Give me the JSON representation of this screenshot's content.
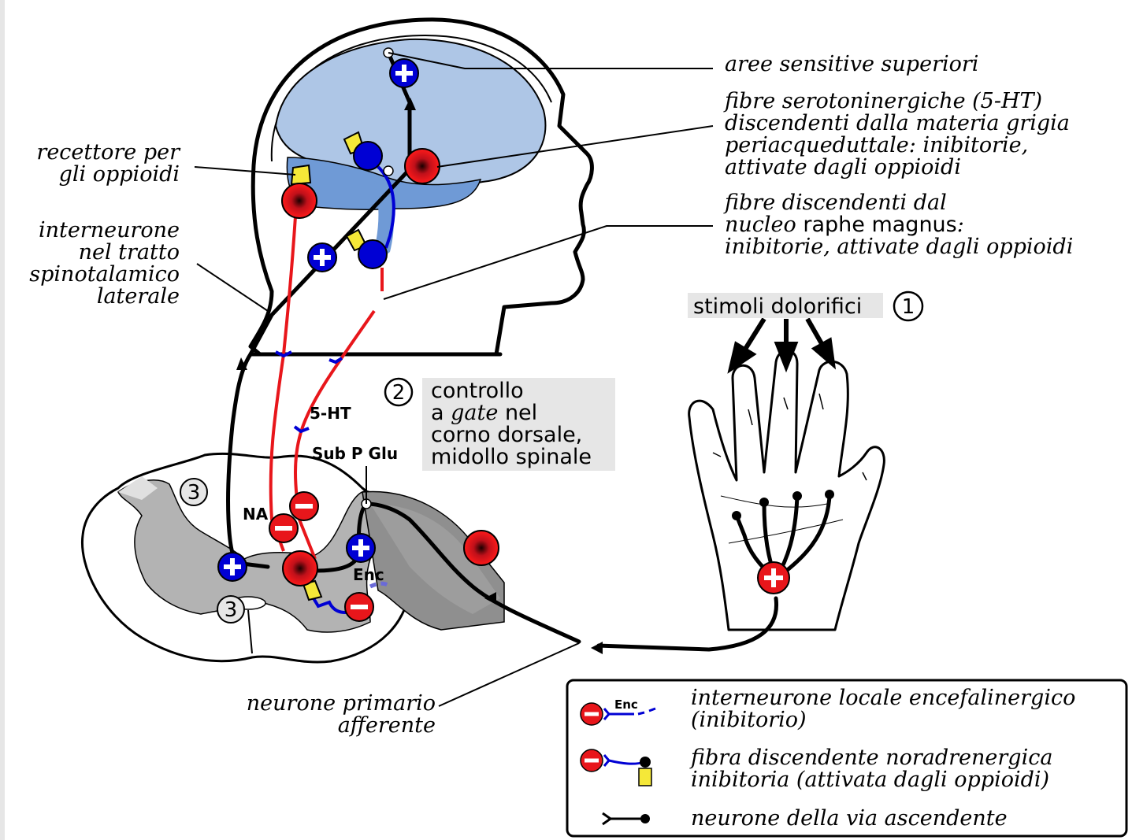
{
  "labels": {
    "aree": "aree sensitive superiori",
    "fibre_sero": [
      "fibre serotoninergiche (5-HT)",
      "discendenti dalla materia grigia",
      "periacqueduttale: inibitorie,",
      "attivate dagli oppioidi"
    ],
    "fibre_disc_line1": "fibre discendenti dal",
    "fibre_disc_line2_italic": "nucleo",
    "fibre_disc_line2_plain": " raphe magnus",
    "fibre_disc_line2_colon": ":",
    "fibre_disc_line3": "inibitorie, attivate dagli oppioidi",
    "recettore": [
      "recettore per",
      "gli oppioidi"
    ],
    "interneurone": [
      "interneurone",
      "nel tratto",
      "spinotalamico",
      "laterale"
    ],
    "stimoli": "stimoli dolorifici",
    "stimoli_num": "1",
    "gate_num": "2",
    "gate_line1": "controllo",
    "gate_line2_a": "a ",
    "gate_line2_b": "gate",
    "gate_line2_c": " nel",
    "gate_line3": "corno dorsale,",
    "gate_line4": "midollo spinale",
    "ht5": "5-HT",
    "subp": "Sub P Glu",
    "na": "NA",
    "enc": "Enc",
    "num3": "3",
    "neurone_primario": [
      "neurone primario",
      "afferente"
    ]
  },
  "legend": {
    "enc_tag": "Enc",
    "item1": [
      "interneurone locale encefalinergico",
      "(inibitorio)"
    ],
    "item2": [
      "fibra discendente noradrenergica",
      "inibitoria (attivata dagli oppioidi)"
    ],
    "item3": "neurone della via ascendente"
  },
  "colors": {
    "brain": "#aec6e6",
    "brainstem": "#6f9ad6",
    "cord_gray": "#b3b3b3",
    "red": "#e8161b",
    "blue": "#0000d4",
    "yellow": "#f5e838",
    "gate_bg": "#e6e6e6"
  }
}
